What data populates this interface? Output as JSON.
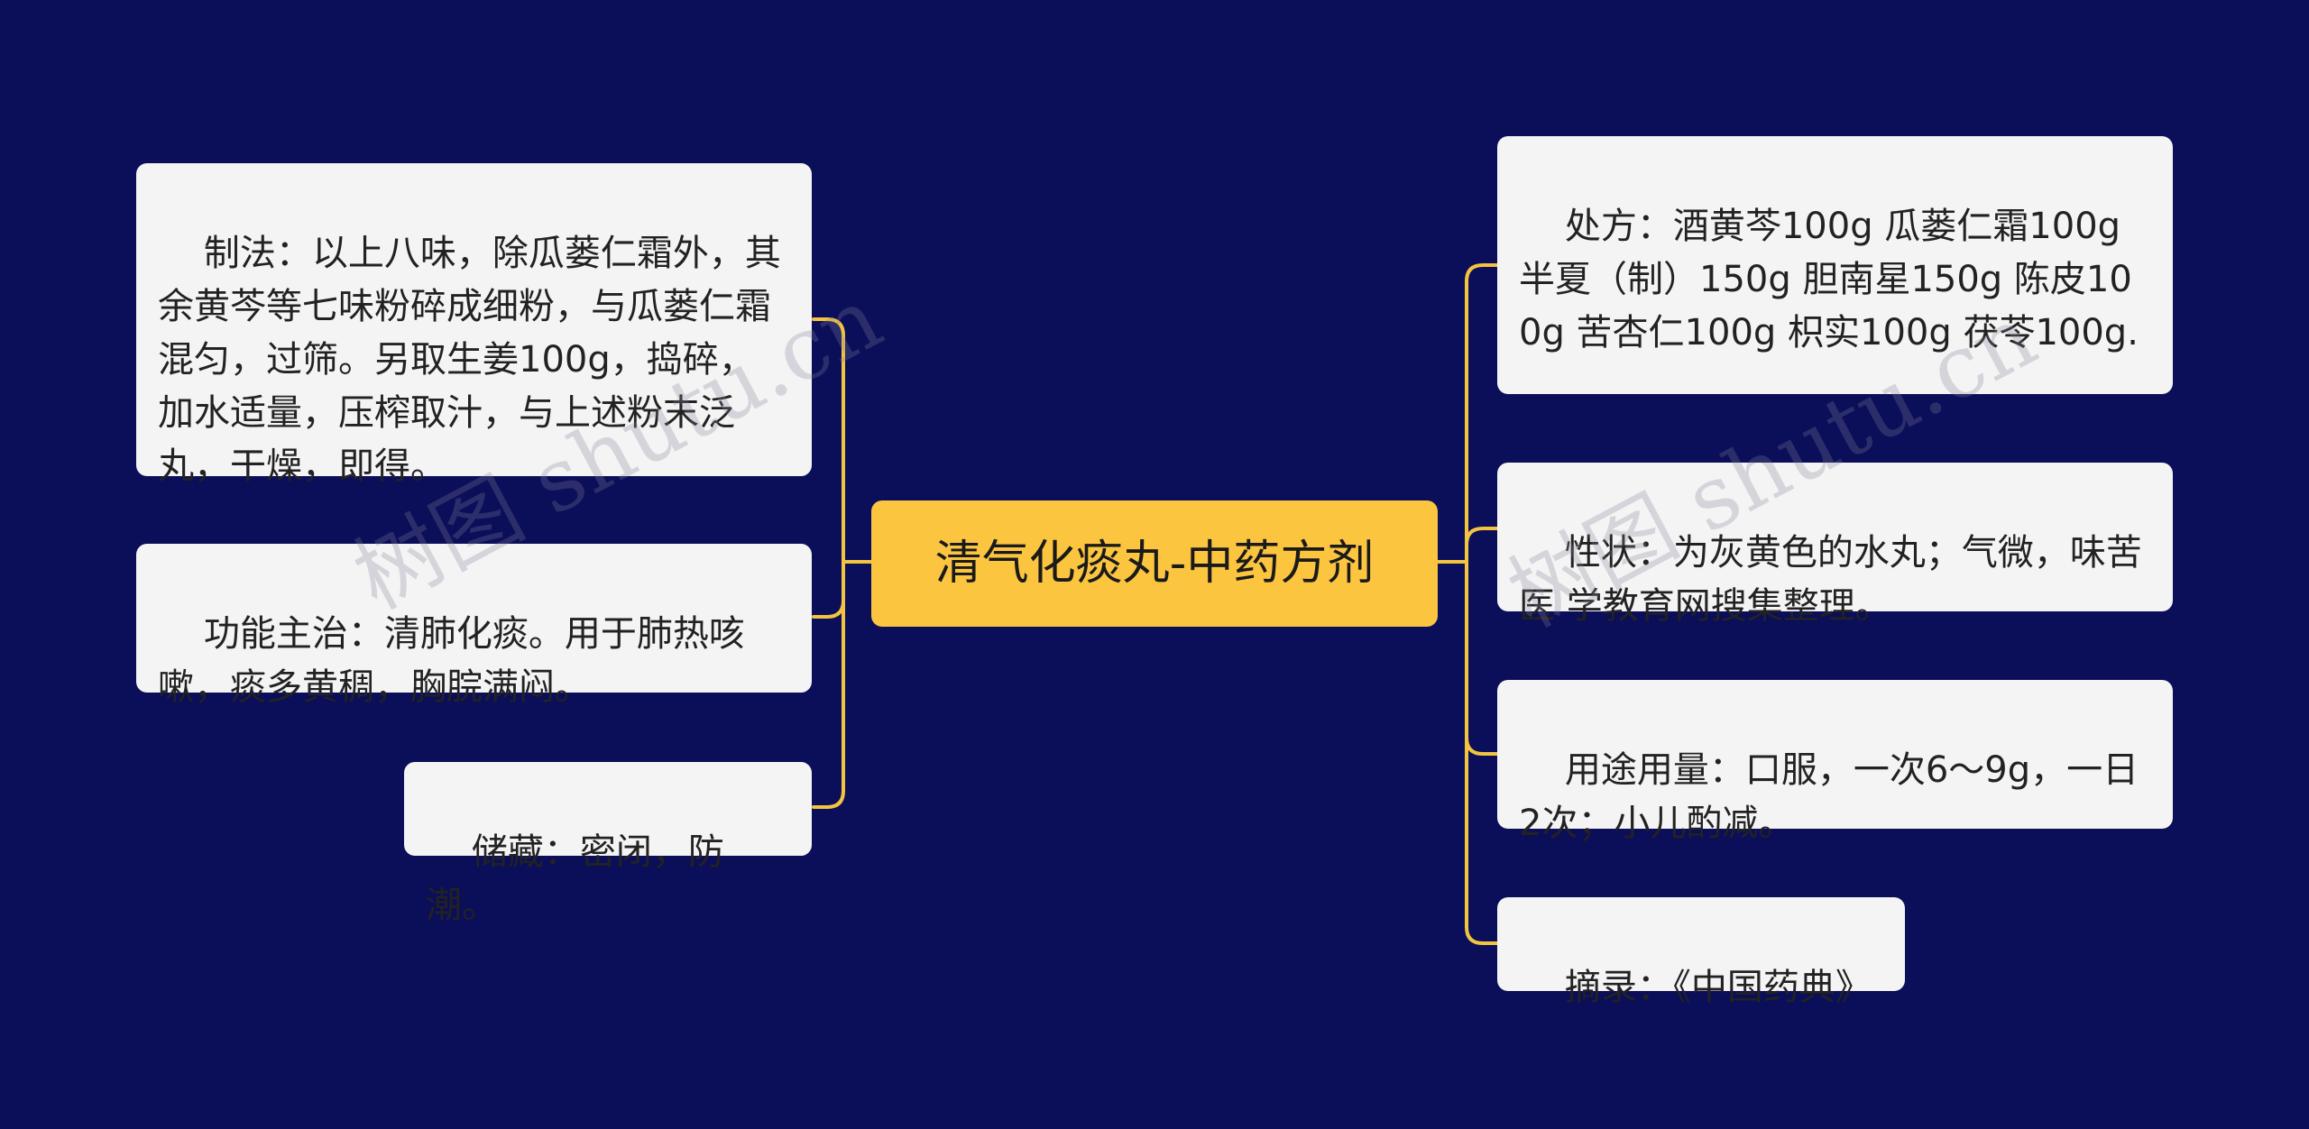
{
  "colors": {
    "background": "#0b0e59",
    "root_fill": "#fcc540",
    "node_fill": "#f4f4f4",
    "connector": "#f2c440",
    "text": "#222222"
  },
  "root": {
    "label": "清气化痰丸-中药方剂"
  },
  "left_nodes": [
    {
      "text": "制法：以上八味，除瓜蒌仁霜外，其余黄芩等七味粉碎成细粉，与瓜蒌仁霜混匀，过筛。另取生姜100g，捣碎，加水适量，压榨取汁，与上述粉末泛丸，干燥，即得。"
    },
    {
      "text": "功能主治：清肺化痰。用于肺热咳嗽，痰多黄稠，胸脘满闷。"
    },
    {
      "text": "储藏：密闭，防潮。"
    }
  ],
  "right_nodes": [
    {
      "text": "处方：酒黄芩100g 瓜蒌仁霜100g 半夏（制）150g 胆南星150g 陈皮100g 苦杏仁100g 枳实100g 茯苓100g."
    },
    {
      "text": "性状：为灰黄色的水丸；气微，味苦医 学教育网搜集整理。"
    },
    {
      "text": "用途用量：口服，一次6～9g，一日2次；小儿酌减。"
    },
    {
      "text": "摘录：《中国药典》"
    }
  ],
  "watermarks": [
    {
      "text": "树图 shutu.cn"
    },
    {
      "text": "树图 shutu.cn"
    }
  ]
}
